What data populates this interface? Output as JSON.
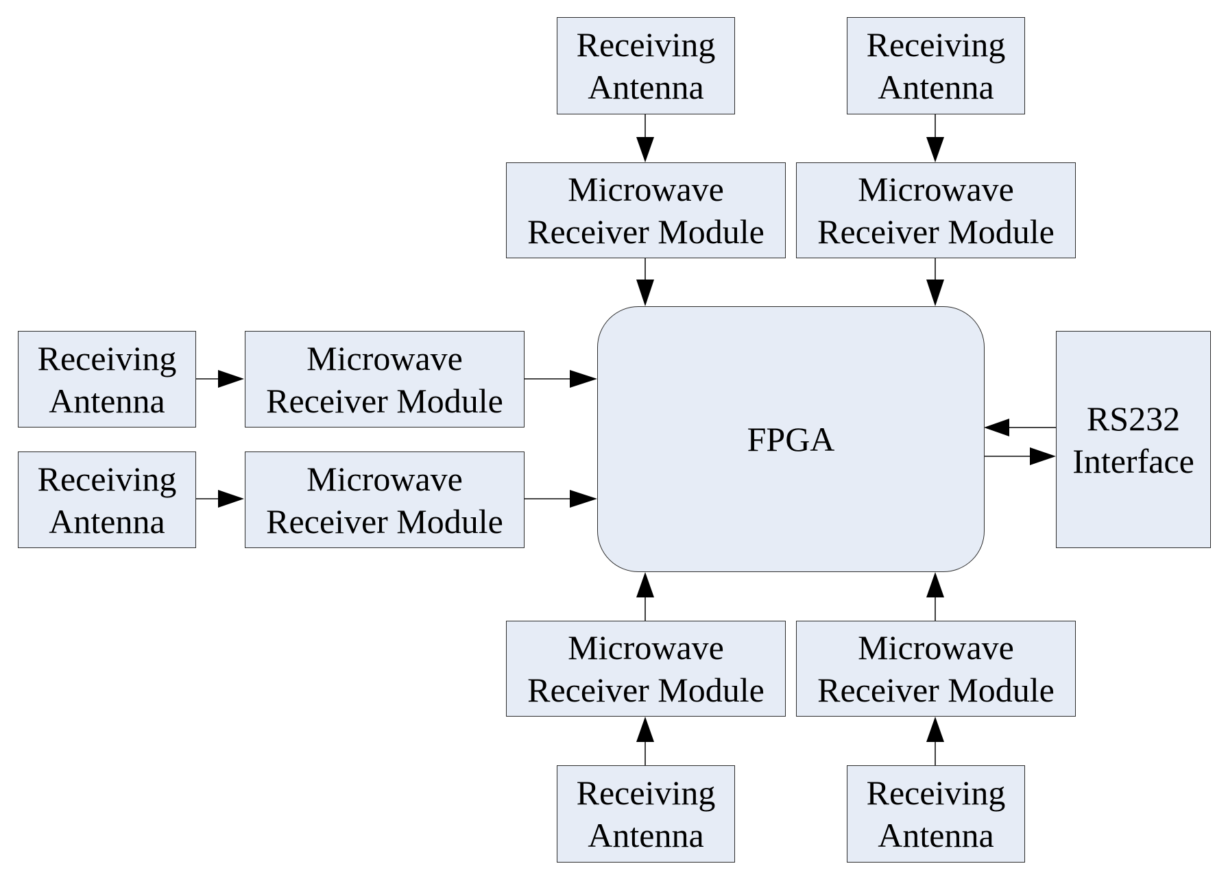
{
  "colors": {
    "box_fill": "#e6ecf6",
    "stroke": "#2b2b2b",
    "background": "#ffffff"
  },
  "fpga": {
    "label": "FPGA"
  },
  "rs232": {
    "line1": "RS232",
    "line2": "Interface"
  },
  "antennas": {
    "top_left": {
      "line1": "Receiving",
      "line2": "Antenna"
    },
    "top_right": {
      "line1": "Receiving",
      "line2": "Antenna"
    },
    "left_upper": {
      "line1": "Receiving",
      "line2": "Antenna"
    },
    "left_lower": {
      "line1": "Receiving",
      "line2": "Antenna"
    },
    "bottom_left": {
      "line1": "Receiving",
      "line2": "Antenna"
    },
    "bottom_right": {
      "line1": "Receiving",
      "line2": "Antenna"
    }
  },
  "receivers": {
    "top_left": {
      "line1": "Microwave",
      "line2": "Receiver Module"
    },
    "top_right": {
      "line1": "Microwave",
      "line2": "Receiver Module"
    },
    "left_upper": {
      "line1": "Microwave",
      "line2": "Receiver Module"
    },
    "left_lower": {
      "line1": "Microwave",
      "line2": "Receiver Module"
    },
    "bottom_left": {
      "line1": "Microwave",
      "line2": "Receiver Module"
    },
    "bottom_right": {
      "line1": "Microwave",
      "line2": "Receiver Module"
    }
  }
}
